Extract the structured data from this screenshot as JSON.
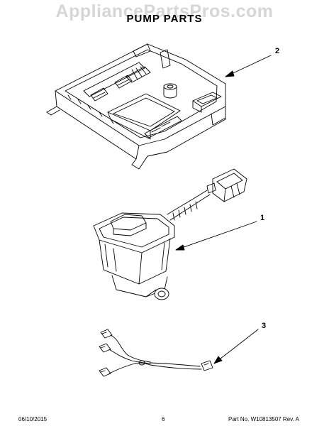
{
  "watermark": "AppliancePartsPros.com",
  "title": "PUMP PARTS",
  "callouts": {
    "part_1": "1",
    "part_2": "2",
    "part_3": "3"
  },
  "footer": {
    "date": "06/10/2015",
    "page_number": "6",
    "part_no": "Part No. W10813507  Rev. A"
  }
}
